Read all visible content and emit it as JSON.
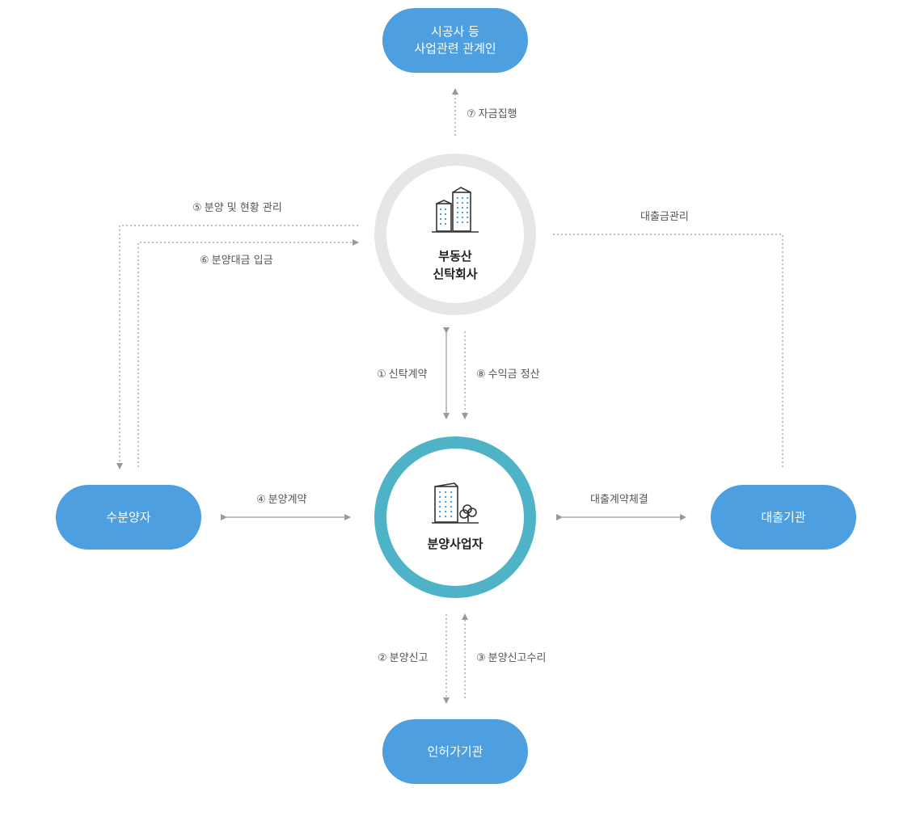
{
  "nodes": {
    "contractor": {
      "lines": [
        "시공사 등",
        "사업관련 관계인"
      ]
    },
    "trust_company": {
      "lines": [
        "부동산",
        "신탁회사"
      ],
      "icon": "buildings-icon"
    },
    "developer": {
      "lines": [
        "분양사업자"
      ],
      "icon": "building-tree-icon"
    },
    "buyer": {
      "label": "수분양자"
    },
    "lender": {
      "label": "대출기관"
    },
    "authority": {
      "label": "인허가기관"
    }
  },
  "edges": {
    "fund_execution": {
      "num": "⑦",
      "text": "자금집행"
    },
    "sales_management": {
      "num": "⑤",
      "text": "분양 및 현황 관리"
    },
    "sales_payment": {
      "num": "⑥",
      "text": "분양대금 입금"
    },
    "loan_management": {
      "text": "대출금관리"
    },
    "trust_contract": {
      "num": "①",
      "text": "신탁계약"
    },
    "profit_settlement": {
      "num": "⑧",
      "text": "수익금 정산"
    },
    "sales_contract": {
      "num": "④",
      "text": "분양계약"
    },
    "loan_contract": {
      "text": "대출계약체결"
    },
    "sales_report": {
      "num": "②",
      "text": "분양신고"
    },
    "sales_report_accept": {
      "num": "③",
      "text": "분양신고수리"
    }
  },
  "colors": {
    "pill": "#4e9fe0",
    "trust_ring": "#e6e6e6",
    "developer_ring": "#4fb3c8",
    "arrow": "#999999"
  }
}
